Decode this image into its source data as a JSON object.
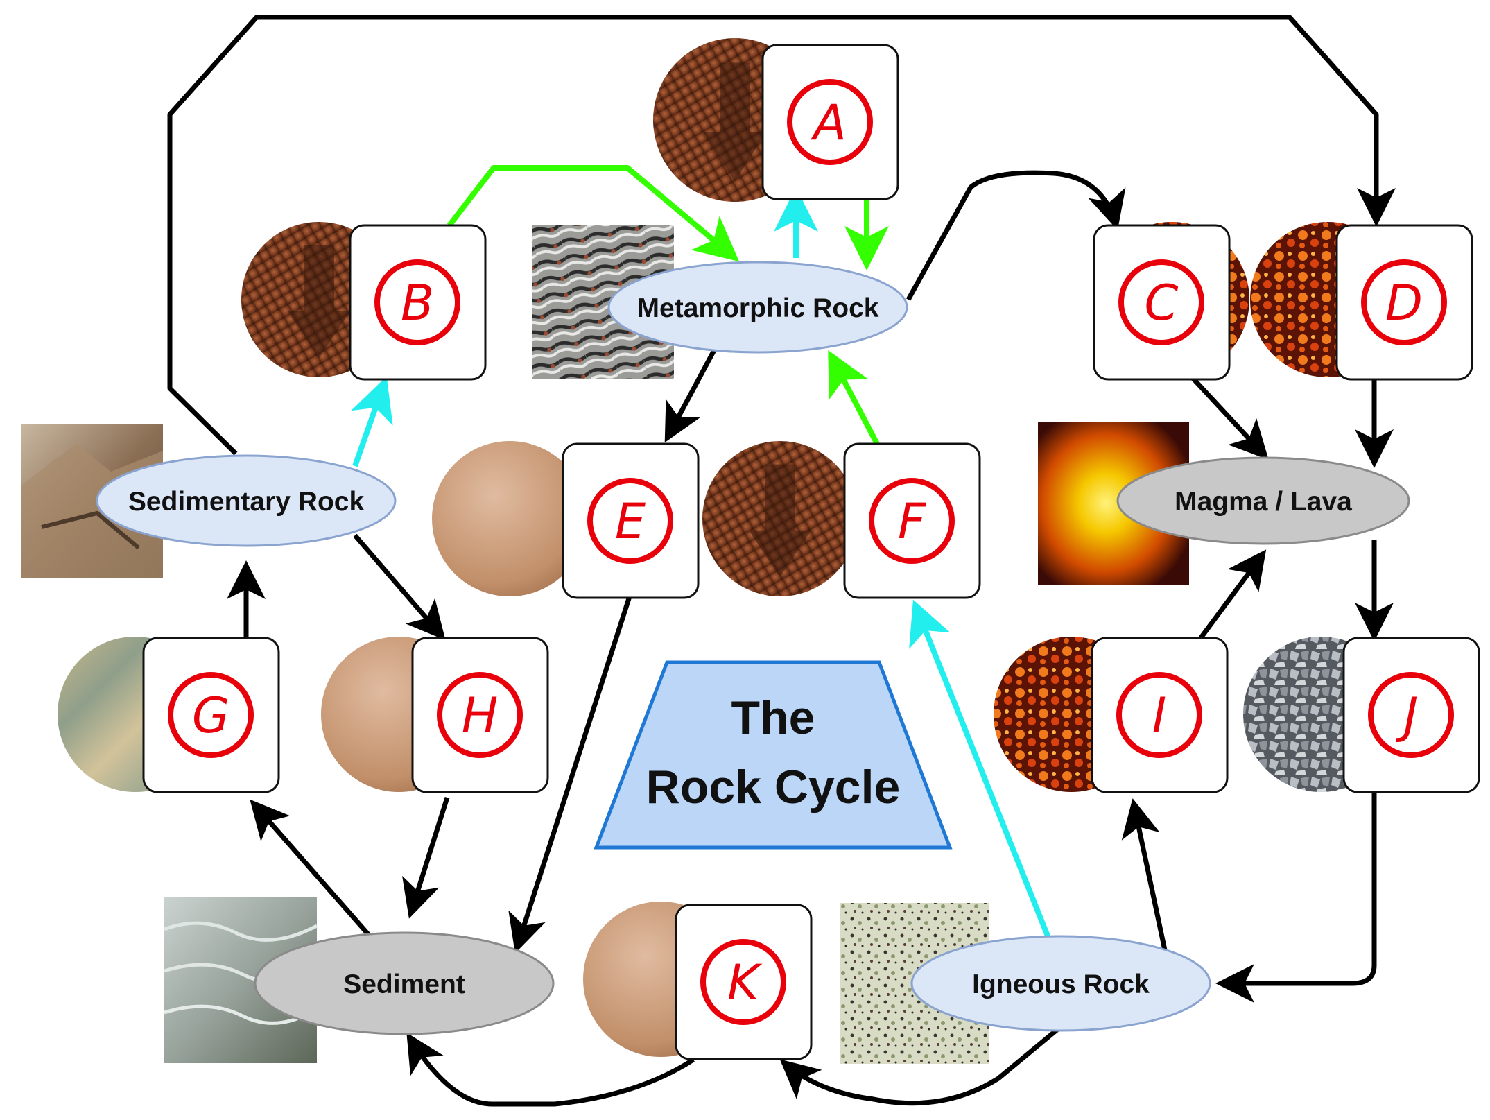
{
  "title": {
    "line1": "The",
    "line2": "Rock Cycle"
  },
  "rock_types": {
    "metamorphic": "Metamorphic Rock",
    "sedimentary": "Sedimentary Rock",
    "magma": "Magma / Lava",
    "sediment": "Sediment",
    "igneous": "Igneous Rock"
  },
  "process_letters": [
    "A",
    "B",
    "C",
    "D",
    "E",
    "F",
    "G",
    "H",
    "I",
    "J",
    "K"
  ],
  "colors": {
    "rock_node_fill": "#dbe6f7",
    "rock_node_stroke": "#8aa4cf",
    "gray_node_fill": "#c8c8c8",
    "gray_node_stroke": "#8a8a8a",
    "letter_red": "#e8000b",
    "arrow_black": "#000000",
    "arrow_green": "#33ff00",
    "arrow_cyan": "#22eeee",
    "title_fill": "#bcd6f7",
    "title_stroke": "#1f78d4"
  },
  "icons": {
    "heat_pressure": "heat-pressure-icon",
    "molten": "molten-rock-icon",
    "weathering": "weathering-icon",
    "layers": "layered-rock-icon",
    "crystals": "crystal-icon"
  }
}
